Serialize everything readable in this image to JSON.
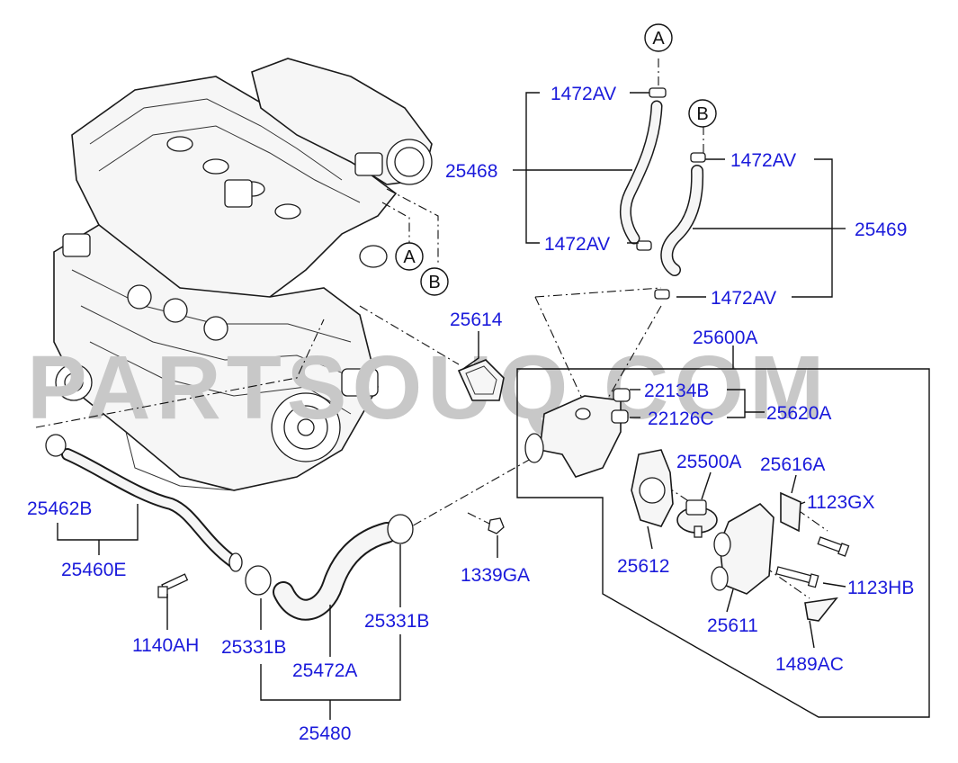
{
  "watermark": "PARTSOUQ.COM",
  "callouts": {
    "a": "A",
    "b": "B"
  },
  "parts": {
    "p1472av_top": "1472AV",
    "p25468": "25468",
    "p1472av_mid": "1472AV",
    "p1472av_right": "1472AV",
    "p25469": "25469",
    "p1472av_bottom": "1472AV",
    "p25614": "25614",
    "p25600a": "25600A",
    "p22134b": "22134B",
    "p22126c": "22126C",
    "p25620a": "25620A",
    "p25500a": "25500A",
    "p25616a": "25616A",
    "p1123gx": "1123GX",
    "p1123hb": "1123HB",
    "p25612": "25612",
    "p25611": "25611",
    "p1489ac": "1489AC",
    "p1339ga": "1339GA",
    "p25462b": "25462B",
    "p25460e": "25460E",
    "p1140ah": "1140AH",
    "p25331b_left": "25331B",
    "p25331b_right": "25331B",
    "p25472a": "25472A",
    "p25480": "25480"
  }
}
